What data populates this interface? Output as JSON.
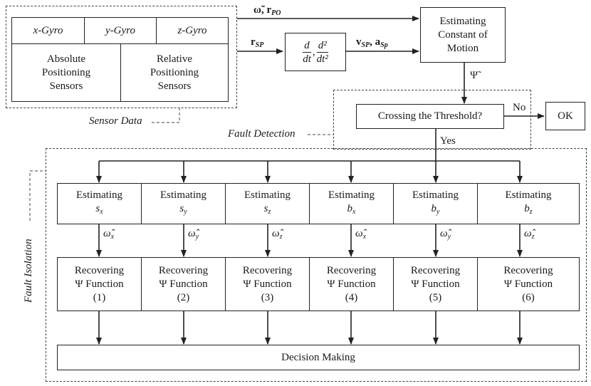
{
  "sensors": {
    "x_gyro": "x-Gyro",
    "y_gyro": "y-Gyro",
    "z_gyro": "z-Gyro",
    "absolute": [
      "Absolute",
      "Positioning",
      "Sensors"
    ],
    "relative": [
      "Relative",
      "Positioning",
      "Sensors"
    ],
    "sensor_data_label": "Sensor Data"
  },
  "signals": {
    "omega_rpo": "ω̃, r",
    "omega_rpo_sub": "PO",
    "rsp": "r",
    "rsp_sub": "SP",
    "deriv_num1": "d",
    "deriv_den1": "dt",
    "deriv_num2": "d²",
    "deriv_den2": "dt²",
    "vsp": "v",
    "vsp_sub": "SP",
    "asp": "a",
    "asp_sub": "Sp",
    "psi_tilde": "Ψ̃"
  },
  "estimator": [
    "Estimating",
    "Constant of",
    "Motion"
  ],
  "detection": {
    "threshold": "Crossing the Threshold?",
    "no": "No",
    "yes": "Yes",
    "ok": "OK",
    "label": "Fault Detection"
  },
  "isolation": {
    "label": "Fault Isolation",
    "estimating": "Estimating",
    "params": [
      {
        "sym": "s",
        "sub": "x",
        "omega_sub": "x"
      },
      {
        "sym": "s",
        "sub": "y",
        "omega_sub": "y"
      },
      {
        "sym": "s",
        "sub": "z",
        "omega_sub": "z"
      },
      {
        "sym": "b",
        "sub": "x",
        "omega_sub": "x"
      },
      {
        "sym": "b",
        "sub": "y",
        "omega_sub": "y"
      },
      {
        "sym": "b",
        "sub": "z",
        "omega_sub": "z"
      }
    ],
    "omega_hat": "ω̂",
    "recovering": "Recovering",
    "psi_function": "Ψ Function",
    "indices": [
      "(1)",
      "(2)",
      "(3)",
      "(4)",
      "(5)",
      "(6)"
    ],
    "decision": "Decision Making"
  }
}
